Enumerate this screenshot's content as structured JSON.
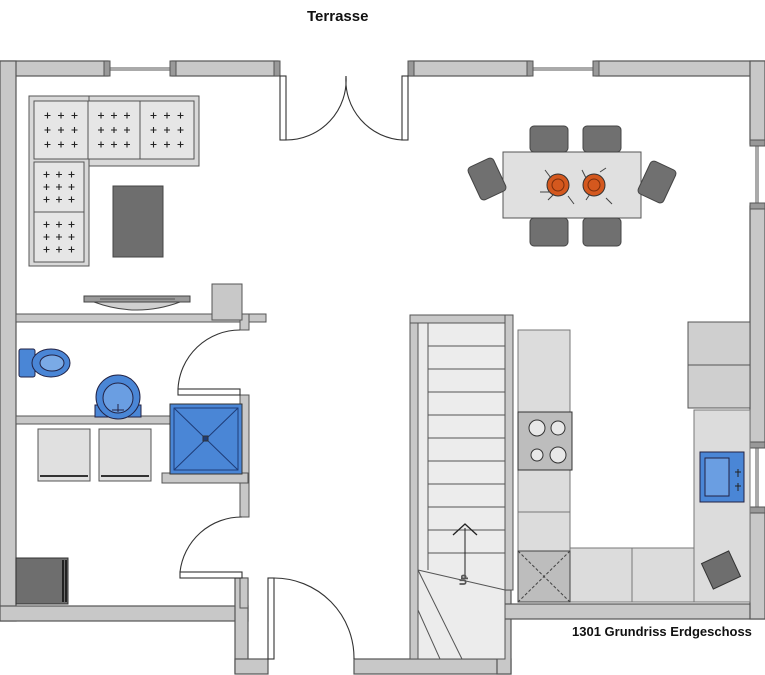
{
  "plan": {
    "terrace_label": "Terrasse",
    "caption": "1301 Grundriss Erdgeschoss",
    "stair_label": "Up"
  },
  "colors": {
    "wall_fill": "#c8c8c8",
    "wall_stroke": "#555555",
    "furniture_fill": "#e0e0e0",
    "dark_fill": "#6e6e6e",
    "sanitary_blue": "#4a86d6",
    "plate_orange": "#d4581e"
  },
  "icons": [
    "sofa-icon",
    "coffee-table-icon",
    "tv-icon",
    "toilet-icon",
    "sink-icon",
    "shower-icon",
    "washing-machine-icon",
    "dryer-icon",
    "oven-icon",
    "dining-table-icon",
    "chair-icon",
    "stairs-icon",
    "cooktop-icon",
    "kitchen-sink-icon",
    "door-icon",
    "window-icon"
  ]
}
